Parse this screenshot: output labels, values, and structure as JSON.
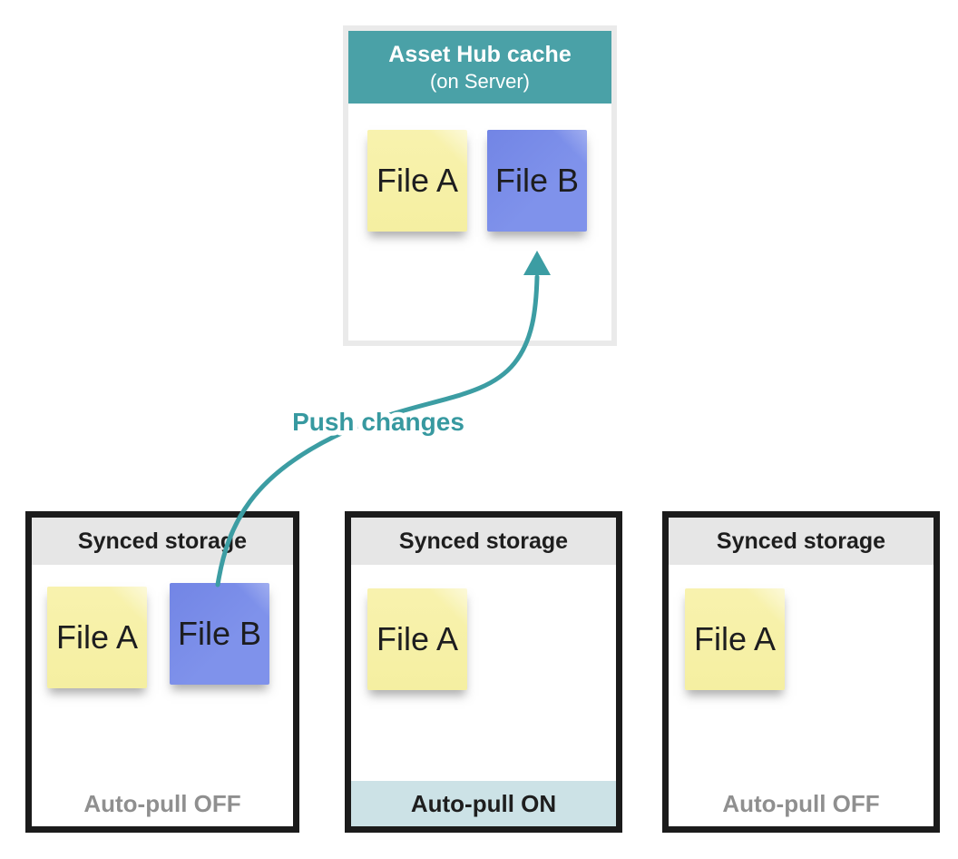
{
  "server_box": {
    "title": "Asset Hub cache",
    "subtitle": "(on Server)",
    "files": [
      {
        "label": "File A",
        "color": "#F5EFA1"
      },
      {
        "label": "File B",
        "color": "#7B8EE9"
      }
    ]
  },
  "arrow": {
    "label": "Push changes",
    "color": "#3C9DA3",
    "from": "storage-box-1 File B",
    "to": "server-box File B"
  },
  "storage_boxes": [
    {
      "title": "Synced storage",
      "files": [
        {
          "label": "File A",
          "color": "#F5EFA1"
        },
        {
          "label": "File B",
          "color": "#7B8EE9"
        }
      ],
      "footer": {
        "label": "Auto-pull OFF",
        "state": "off"
      }
    },
    {
      "title": "Synced storage",
      "files": [
        {
          "label": "File A",
          "color": "#F5EFA1"
        }
      ],
      "footer": {
        "label": "Auto-pull ON",
        "state": "on"
      }
    },
    {
      "title": "Synced storage",
      "files": [
        {
          "label": "File A",
          "color": "#F5EFA1"
        }
      ],
      "footer": {
        "label": "Auto-pull OFF",
        "state": "off"
      }
    }
  ],
  "colors": {
    "header_teal": "#4AA1A7",
    "arrow_teal": "#3C9DA3",
    "storage_header_gray": "#E6E6E6",
    "autopull_on_band": "#CCE2E6",
    "off_text_gray": "#8F8F8F",
    "note_yellow": "#F5EFA1",
    "note_blue": "#7B8EE9",
    "server_border_gray": "#EAEAEA",
    "storage_border_black": "#1B1B1B"
  }
}
